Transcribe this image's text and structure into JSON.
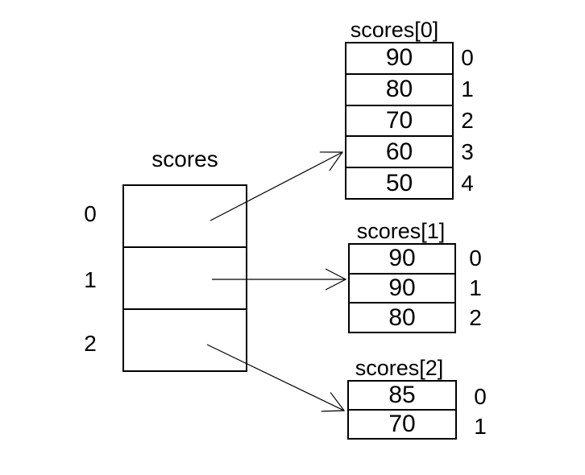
{
  "colors": {
    "background": "#ffffff",
    "line": "#000000",
    "text": "#000000"
  },
  "main_array": {
    "title": "scores",
    "indices": [
      "0",
      "1",
      "2"
    ]
  },
  "sub_arrays": [
    {
      "title": "scores[0]",
      "values": [
        "90",
        "80",
        "70",
        "60",
        "50"
      ],
      "indices": [
        "0",
        "1",
        "2",
        "3",
        "4"
      ]
    },
    {
      "title": "scores[1]",
      "values": [
        "90",
        "90",
        "80"
      ],
      "indices": [
        "0",
        "1",
        "2"
      ]
    },
    {
      "title": "scores[2]",
      "values": [
        "85",
        "70"
      ],
      "indices": [
        "0",
        "1"
      ]
    }
  ],
  "arrows": [
    {
      "from": "scores slot 0",
      "to": "scores[0] table"
    },
    {
      "from": "scores slot 1",
      "to": "scores[1] table"
    },
    {
      "from": "scores slot 2",
      "to": "scores[2] table"
    }
  ]
}
